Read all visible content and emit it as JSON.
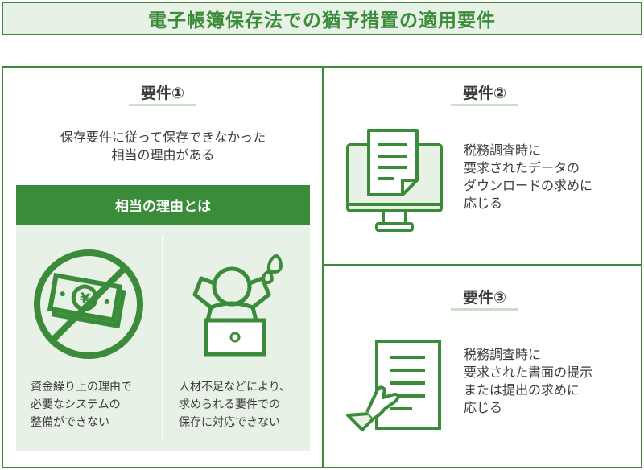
{
  "title": "電子帳簿保存法での猶予措置の適用要件",
  "requirement1": {
    "heading": "要件①",
    "lines": [
      "保存要件に従って保存できなかった",
      "相当の理由がある"
    ],
    "reason_header": "相当の理由とは",
    "reason_left": [
      "資金繰り上の理由で",
      "必要なシステムの",
      "整備ができない"
    ],
    "reason_right": [
      "人材不足などにより、",
      "求められる要件での",
      "保存に対応できない"
    ]
  },
  "requirement2": {
    "heading": "要件②",
    "lines": [
      "税務調査時に",
      "要求されたデータの",
      "ダウンロードの求めに",
      "応じる"
    ]
  },
  "requirement3": {
    "heading": "要件③",
    "lines": [
      "税務調査時に",
      "要求された書面の提示",
      "または提出の求めに",
      "応じる"
    ]
  },
  "icons": {
    "money": "no-money-icon",
    "person": "overwhelmed-person-laptop-icon",
    "computer": "computer-document-icon",
    "document": "hand-document-icon"
  },
  "colors": {
    "primary": "#3a8c3a",
    "light": "#e8f1e6",
    "underline": "#c9e0c6"
  }
}
